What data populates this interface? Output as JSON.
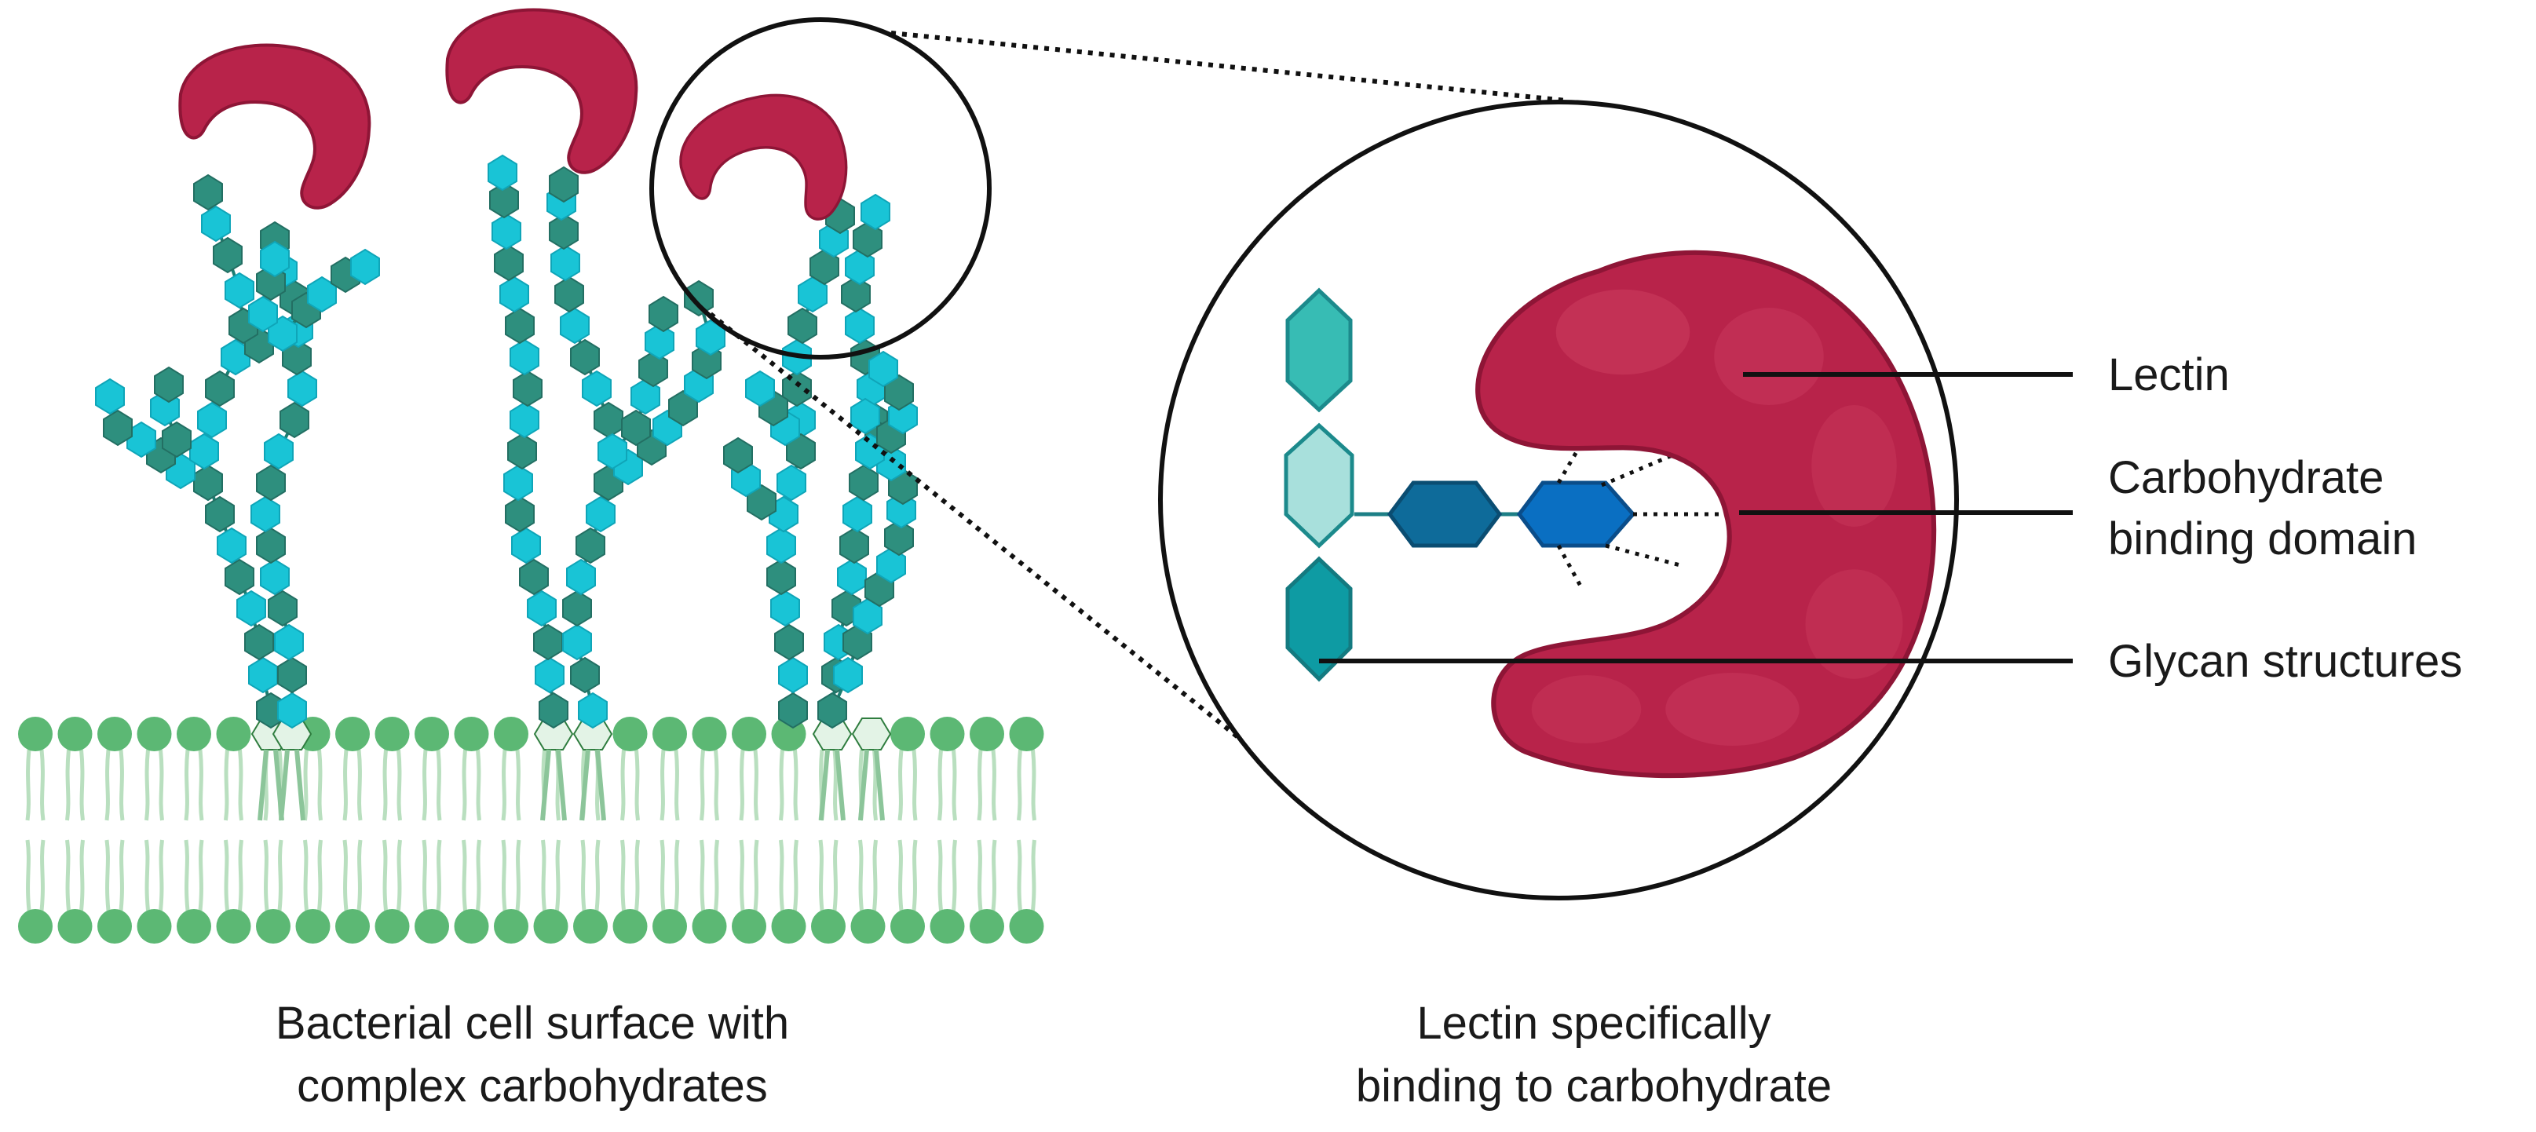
{
  "labels": {
    "lectin": "Lectin",
    "carbohydrate_binding_domain_line1": "Carbohydrate",
    "carbohydrate_binding_domain_line2": "binding domain",
    "glycan_structures": "Glycan structures"
  },
  "captions": {
    "left_line1": "Bacterial cell surface with",
    "left_line2": "complex carbohydrates",
    "right_line1": "Lectin specifically",
    "right_line2": "binding to carbohydrate"
  },
  "colors": {
    "lectin": "#b8234a",
    "lectin_highlight": "#cc4466",
    "glycan_dark": "#2e8f7e",
    "glycan_light": "#19c4d6",
    "glycan_pale": "#a8e0dc",
    "glycan_blue": "#0a6fc2",
    "glycan_navy": "#0e6b9a",
    "membrane_head": "#5cb874",
    "membrane_tail": "#b9dfbf"
  },
  "icons": {
    "lectin": "lectin-protein-icon",
    "glycan": "hexagon-sugar-icon",
    "membrane": "lipid-bilayer-icon"
  }
}
